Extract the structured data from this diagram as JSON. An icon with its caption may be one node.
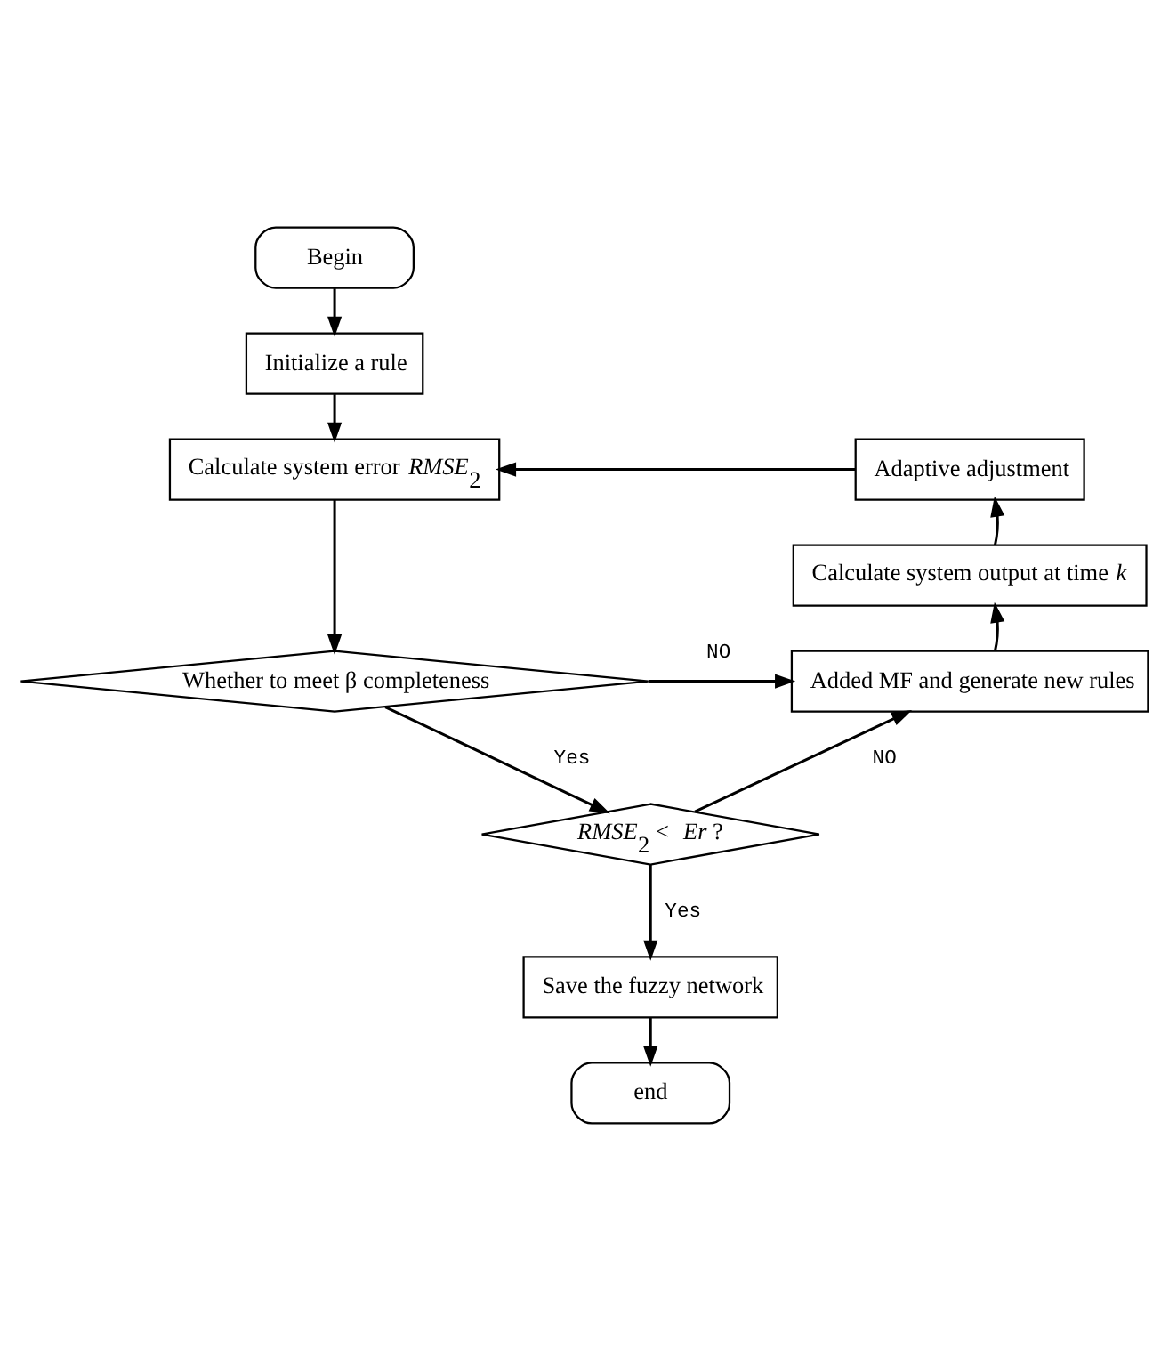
{
  "diagram": {
    "nodes": [
      {
        "text": [
          "Begin"
        ]
      },
      {
        "text": [
          "Initialize a rule"
        ]
      },
      {
        "text": [
          "Calculate system error *RMSE*$_{2}$"
        ]
      },
      {
        "text": [
          "Whether to meet β completeness"
        ]
      },
      {
        "text": [
          "*RMSE*$_{2}$ < *Er* ?"
        ]
      },
      {
        "text": [
          "Save the fuzzy network"
        ]
      },
      {
        "text": [
          "end"
        ]
      },
      {
        "text": [
          "Added MF and generate new rules"
        ]
      },
      {
        "text": [
          "Calculate system output at time *k*"
        ]
      },
      {
        "text": [
          "Adaptive adjustment"
        ]
      }
    ],
    "edges": [
      {
        "from": 0,
        "to": 1,
        "arrow": "to"
      },
      {
        "from": 1,
        "to": 2,
        "arrow": "to"
      },
      {
        "from": 2,
        "to": 3,
        "arrow": "to"
      },
      {
        "from": 3,
        "to": 4,
        "arrow": "to",
        "label": "Yes"
      },
      {
        "from": 4,
        "to": 5,
        "arrow": "to",
        "label": "Yes"
      },
      {
        "from": 5,
        "to": 6,
        "arrow": "to"
      },
      {
        "from": 3,
        "to": 7,
        "arrow": "to",
        "label": "NO"
      },
      {
        "from": 4,
        "to": 7,
        "arrow": "to",
        "label": "NO"
      },
      {
        "from": 7,
        "to": 8,
        "arrow": "to"
      },
      {
        "from": 8,
        "to": 9,
        "arrow": "to"
      },
      {
        "from": 9,
        "to": 2,
        "arrow": "to"
      }
    ]
  }
}
